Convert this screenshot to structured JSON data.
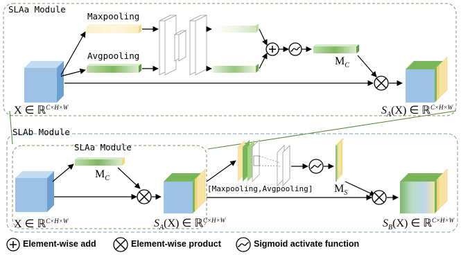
{
  "slaa_module": {
    "title": "SLAa Module",
    "maxpool_label": "Maxpooling",
    "avgpool_label": "Avgpooling",
    "mc_main": "M",
    "mc_sub": "C",
    "input_main": "X ∈ ℝ",
    "input_sup": "C×H×W",
    "output_s": "S",
    "output_sub": "A",
    "output_rest": "(X) ∈ ℝ",
    "output_sup": "C×H×W"
  },
  "slab_module": {
    "title": "SLAb Module",
    "inner_title": "SLAa Module",
    "mc_main": "M",
    "mc_sub": "C",
    "input_main": "X ∈ ℝ",
    "input_sup": "C×H×W",
    "mid_s": "S",
    "mid_sub": "A",
    "mid_rest": "(X) ∈ ℝ",
    "mid_sup": "C×H×W",
    "pool_label": "[Maxpooling,Avgpooling]",
    "ms_main": "M",
    "ms_sub": "S",
    "output_s": "S",
    "output_sub": "B",
    "output_rest": "(X) ∈ ℝ",
    "output_sup": "C×H×W"
  },
  "legend": {
    "add_symbol": "+",
    "add_label": "Element-wise add",
    "product_label": "Element-wise product",
    "sigmoid_label": "Sigmoid activate function"
  },
  "colors": {
    "cube_blue": "#9cc3e6",
    "dashed_border": "#8a8a6a",
    "slab_border": "#7a9ab8",
    "connector_green": "#5a8a3a",
    "green_bar": "#79b65a",
    "yellow_bar": "#f6dc8a"
  },
  "icons": [
    "plus-circle-icon",
    "times-circle-icon",
    "sigmoid-icon"
  ]
}
